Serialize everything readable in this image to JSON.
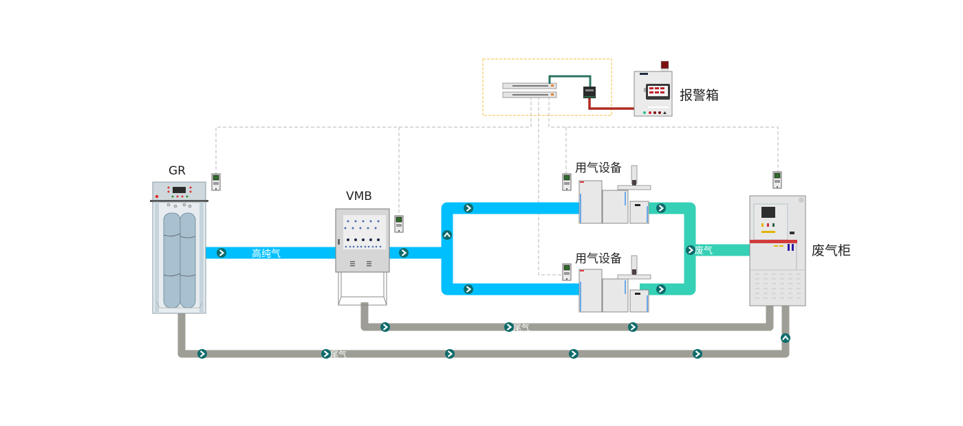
{
  "diagram": {
    "title": "",
    "colors": {
      "high_purity_pipe": "#00bfff",
      "exhaust_pipe": "#35d0b6",
      "tail_gas_pipe": "#9e9e96",
      "arrow_badge": "#0f6b6b",
      "dashed_signal": "#cfcfcf",
      "controller_box_border": "#f0c040",
      "green_cable": "#2a7561",
      "red_cable": "#b02a22"
    },
    "nodes": {
      "gr": {
        "label": "GR"
      },
      "vmb": {
        "label": "VMB"
      },
      "equipment_top": {
        "label": "用气设备"
      },
      "equipment_bottom": {
        "label": "用气设备"
      },
      "exhaust_cabinet": {
        "label": "废气柜"
      },
      "alarm_box": {
        "label": "报警箱"
      }
    },
    "pipes": {
      "high_purity": {
        "label": "高纯气"
      },
      "exhaust": {
        "label": "废气"
      },
      "tail_gas_upper": {
        "label": "尾气"
      },
      "tail_gas_lower": {
        "label": "尾气"
      }
    },
    "icons": {
      "flow_arrow_right": "chevron-right",
      "flow_arrow_up": "chevron-up",
      "gas_detector": "gas-detector",
      "network_switch": "network-switch",
      "controller": "controller"
    }
  }
}
